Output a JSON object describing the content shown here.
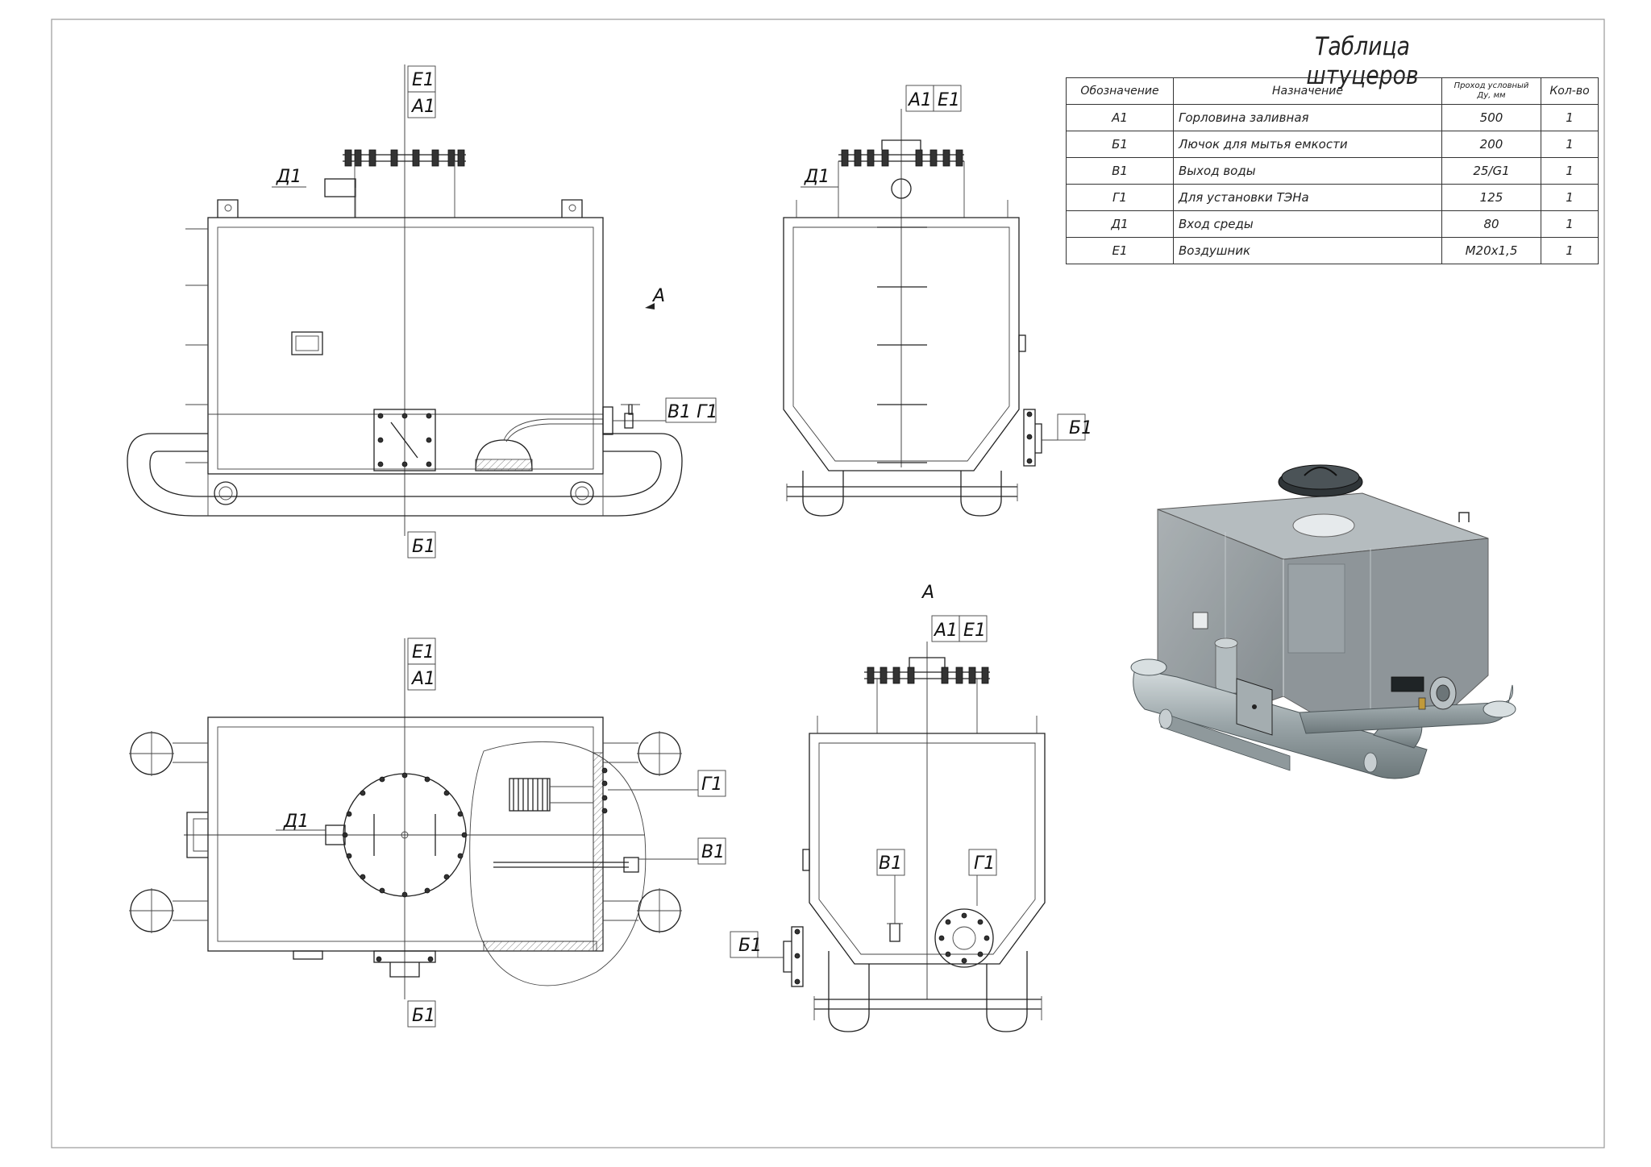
{
  "table": {
    "title": "Таблица штуцеров",
    "headers": {
      "designation": "Обозначение",
      "purpose": "Назначение",
      "nominal_bore_line1": "Проход условный",
      "nominal_bore_line2": "Ду, мм",
      "quantity": "Кол-во"
    },
    "rows": [
      {
        "designation": "А1",
        "purpose": "Горловина заливная",
        "dn": "500",
        "qty": "1"
      },
      {
        "designation": "Б1",
        "purpose": "Лючок для мытья емкости",
        "dn": "200",
        "qty": "1"
      },
      {
        "designation": "В1",
        "purpose": "Выход воды",
        "dn": "25/G1",
        "qty": "1"
      },
      {
        "designation": "Г1",
        "purpose": "Для установки ТЭНа",
        "dn": "125",
        "qty": "1"
      },
      {
        "designation": "Д1",
        "purpose": "Вход среды",
        "dn": "80",
        "qty": "1"
      },
      {
        "designation": "Е1",
        "purpose": "Воздушник",
        "dn": "M20x1,5",
        "qty": "1"
      }
    ]
  },
  "labels": {
    "front": {
      "e1": "Е1",
      "a1": "А1",
      "d1": "Д1",
      "b1": "Б1",
      "v1g1": "В1 Г1",
      "view_a": "А"
    },
    "side": {
      "a1e1": "А1 Е1",
      "d1": "Д1",
      "b1": "Б1"
    },
    "plan": {
      "e1": "Е1",
      "a1": "А1",
      "d1": "Д1",
      "g1": "Г1",
      "v1": "В1",
      "b1": "Б1"
    },
    "viewA": {
      "title": "А",
      "a1e1": "А1 Е1",
      "v1": "В1",
      "g1": "Г1",
      "b1": "Б1"
    }
  },
  "colors": {
    "line": "#222222",
    "tank_body": "#8e9599",
    "tank_dark": "#6f777b",
    "pipe": "#a9b3b6"
  }
}
